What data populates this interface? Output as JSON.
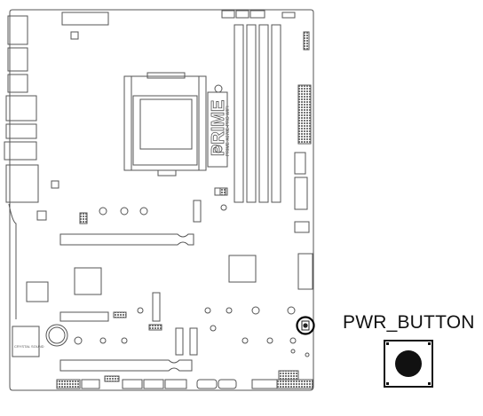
{
  "diagram": {
    "board_model_text": "PRIME",
    "board_subtext": "PRIME X670E-PRO WIFI",
    "bios_badge_text": "CRYSTAL SOUND",
    "callout_label": "PWR_BUTTON",
    "colors": {
      "line": "#555555",
      "dark": "#111111",
      "callout_ring": "#000000"
    },
    "icons": {
      "highlight": "circle-callout-icon",
      "button": "tactile-push-button-icon"
    }
  }
}
